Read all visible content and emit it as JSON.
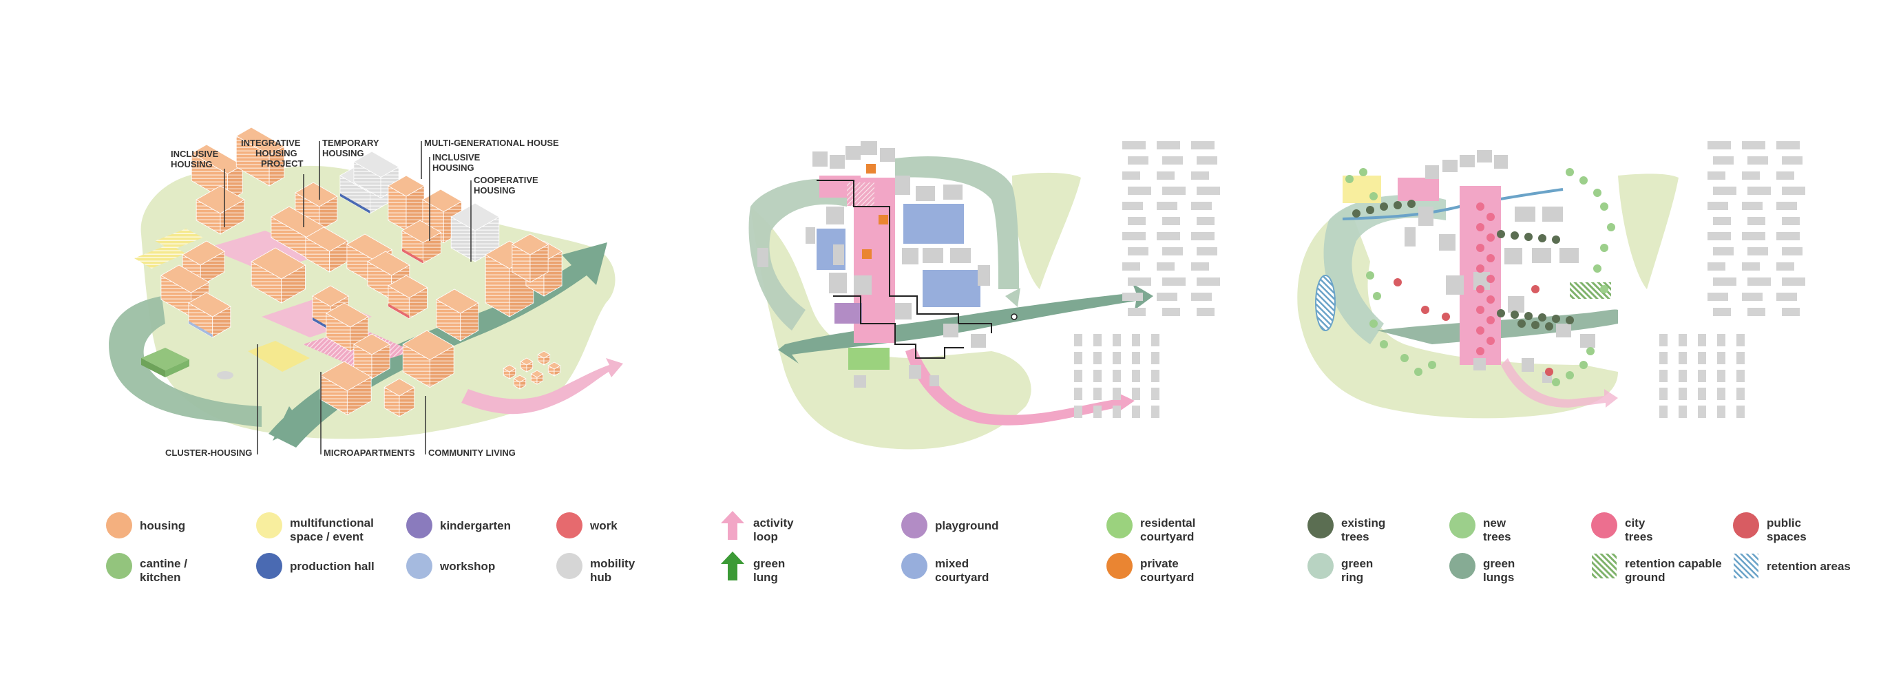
{
  "colors": {
    "housing": "#f4b07f",
    "multifunctional": "#f8ee9e",
    "kindergarten": "#8a7bbd",
    "work": "#e66a6e",
    "cantine": "#93c47d",
    "production_hall": "#4a6ab2",
    "workshop": "#a5badf",
    "mobility_hub": "#d6d6d6",
    "activity_loop": "#f2a6c6",
    "green_lung": "#3c9a36",
    "playground": "#b28cc5",
    "mixed_courtyard": "#97aedc",
    "residental_courtyard": "#9bd27e",
    "private_courtyard": "#ea8532",
    "existing_trees": "#5b6e52",
    "new_trees": "#9ccf8b",
    "city_trees": "#ec6f8f",
    "public_spaces": "#d85c62",
    "green_ring": "#b8d3c2",
    "green_lungs": "#86ab94",
    "pale_green": "#e2ebc6",
    "building_grey": "#cfcfcf"
  },
  "panel1": {
    "labels": {
      "inclusive_housing_1": [
        "INCLUSIVE",
        "HOUSING"
      ],
      "integrative_housing": [
        "INTEGRATIVE",
        "HOUSING",
        "PROJECT"
      ],
      "temporary_housing": [
        "TEMPORARY",
        "HOUSING"
      ],
      "multigen_house": "MULTI-GENERATIONAL HOUSE",
      "inclusive_housing_2": [
        "INCLUSIVE",
        "HOUSING"
      ],
      "cooperative_housing": [
        "COOPERATIVE",
        "HOUSING"
      ],
      "cluster_housing": "CLUSTER-HOUSING",
      "microapartments": "MICROAPARTMENTS",
      "community_living": "COMMUNITY LIVING"
    },
    "legend": [
      {
        "key": "housing",
        "lines": [
          "housing"
        ]
      },
      {
        "key": "multifunctional",
        "lines": [
          "multifunctional",
          "space / event"
        ]
      },
      {
        "key": "kindergarten",
        "lines": [
          "kindergarten"
        ]
      },
      {
        "key": "work",
        "lines": [
          "work"
        ]
      },
      {
        "key": "cantine",
        "lines": [
          "cantine /",
          "kitchen"
        ]
      },
      {
        "key": "production_hall",
        "lines": [
          "production hall"
        ]
      },
      {
        "key": "workshop",
        "lines": [
          "workshop"
        ]
      },
      {
        "key": "mobility_hub",
        "lines": [
          "mobility",
          "hub"
        ]
      }
    ]
  },
  "panel2": {
    "legend": [
      {
        "key": "activity_loop",
        "shape": "arrow",
        "lines": [
          "activity",
          "loop"
        ]
      },
      {
        "key": "green_lung",
        "shape": "arrow",
        "lines": [
          "green",
          "lung"
        ]
      },
      {
        "key": "playground",
        "shape": "circle",
        "lines": [
          "playground"
        ]
      },
      {
        "key": "mixed_courtyard",
        "shape": "circle",
        "lines": [
          "mixed",
          "courtyard"
        ]
      },
      {
        "key": "residental_courtyard",
        "shape": "circle",
        "lines": [
          "residental",
          "courtyard"
        ]
      },
      {
        "key": "private_courtyard",
        "shape": "circle",
        "lines": [
          "private",
          "courtyard"
        ]
      }
    ]
  },
  "panel3": {
    "legend": [
      {
        "key": "existing_trees",
        "shape": "circle",
        "lines": [
          "existing",
          "trees"
        ]
      },
      {
        "key": "new_trees",
        "shape": "circle",
        "lines": [
          "new",
          "trees"
        ]
      },
      {
        "key": "city_trees",
        "shape": "circle",
        "lines": [
          "city",
          "trees"
        ]
      },
      {
        "key": "public_spaces",
        "shape": "circle",
        "lines": [
          "public",
          "spaces"
        ]
      },
      {
        "key": "green_ring",
        "shape": "circle",
        "lines": [
          "green",
          "ring"
        ]
      },
      {
        "key": "green_lungs",
        "shape": "circle",
        "lines": [
          "green",
          "lungs"
        ]
      },
      {
        "key": "retention_ground",
        "shape": "hatch",
        "color": "#7fb36b",
        "lines": [
          "retention capable",
          "ground"
        ]
      },
      {
        "key": "retention_areas",
        "shape": "hatch",
        "color": "#6aa3c8",
        "lines": [
          "retention areas"
        ]
      }
    ]
  }
}
